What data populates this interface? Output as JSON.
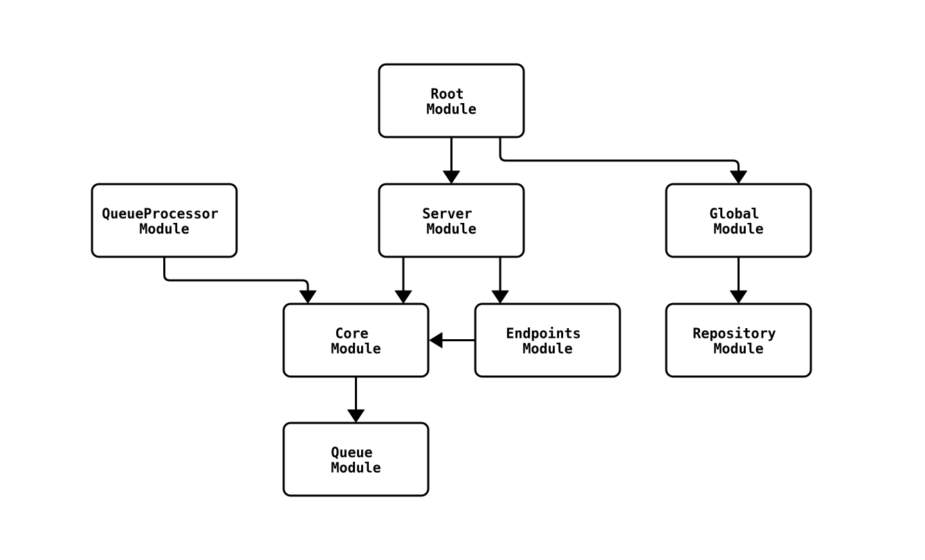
{
  "diagram": {
    "type": "module-dependency-graph",
    "colors": {
      "background": "#ffffff",
      "line": "#000000",
      "node_fill": "#ffffff",
      "text": "#000000"
    },
    "nodes": [
      {
        "id": "root",
        "line1": "Root",
        "line2": "Module"
      },
      {
        "id": "queue-processor",
        "line1": "QueueProcessor",
        "line2": "Module"
      },
      {
        "id": "server",
        "line1": "Server",
        "line2": "Module"
      },
      {
        "id": "global",
        "line1": "Global",
        "line2": "Module"
      },
      {
        "id": "core",
        "line1": "Core",
        "line2": "Module"
      },
      {
        "id": "endpoints",
        "line1": "Endpoints",
        "line2": "Module"
      },
      {
        "id": "repository",
        "line1": "Repository",
        "line2": "Module"
      },
      {
        "id": "queue",
        "line1": "Queue",
        "line2": "Module"
      }
    ],
    "edges": [
      {
        "from": "root",
        "to": "server"
      },
      {
        "from": "root",
        "to": "global"
      },
      {
        "from": "queue-processor",
        "to": "core"
      },
      {
        "from": "server",
        "to": "core"
      },
      {
        "from": "server",
        "to": "endpoints"
      },
      {
        "from": "endpoints",
        "to": "core"
      },
      {
        "from": "global",
        "to": "repository"
      },
      {
        "from": "core",
        "to": "queue"
      }
    ]
  }
}
